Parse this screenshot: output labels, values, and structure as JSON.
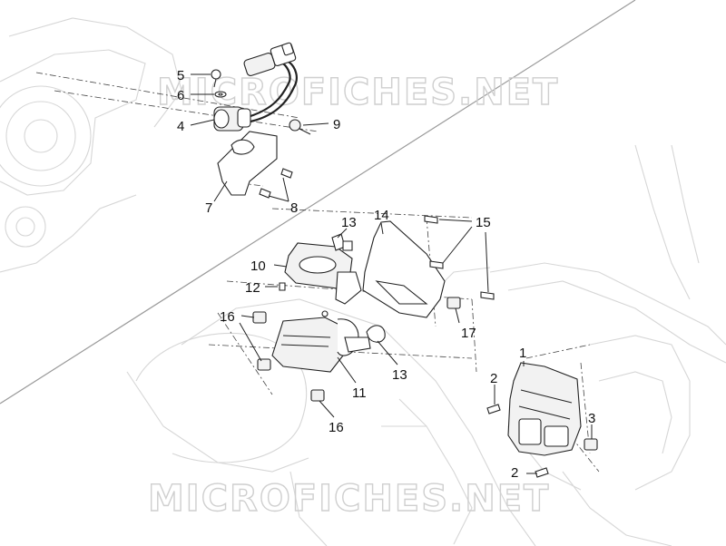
{
  "watermark": "MICROFICHES.NET",
  "callouts": [
    {
      "id": "c5",
      "text": "5"
    },
    {
      "id": "c6",
      "text": "6"
    },
    {
      "id": "c4",
      "text": "4"
    },
    {
      "id": "c9",
      "text": "9"
    },
    {
      "id": "c7",
      "text": "7"
    },
    {
      "id": "c8",
      "text": "8"
    },
    {
      "id": "c13a",
      "text": "13"
    },
    {
      "id": "c14",
      "text": "14"
    },
    {
      "id": "c15",
      "text": "15"
    },
    {
      "id": "c10",
      "text": "10"
    },
    {
      "id": "c12",
      "text": "12"
    },
    {
      "id": "c16a",
      "text": "16"
    },
    {
      "id": "c17",
      "text": "17"
    },
    {
      "id": "c13b",
      "text": "13"
    },
    {
      "id": "c11",
      "text": "11"
    },
    {
      "id": "c16b",
      "text": "16"
    },
    {
      "id": "c1",
      "text": "1"
    },
    {
      "id": "c2a",
      "text": "2"
    },
    {
      "id": "c3",
      "text": "3"
    },
    {
      "id": "c2b",
      "text": "2"
    }
  ]
}
